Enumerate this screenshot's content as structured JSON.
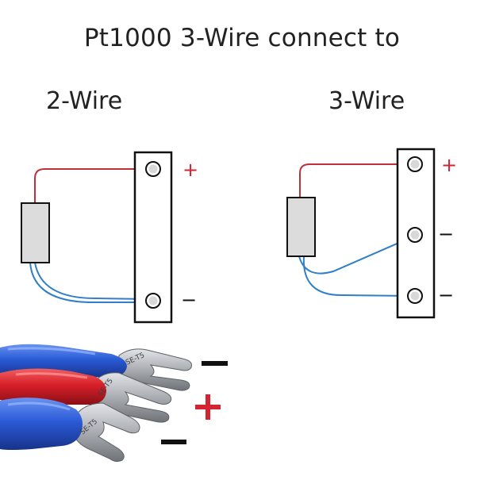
{
  "title": "Pt1000 3-Wire connect to",
  "two_wire": {
    "label": "2-Wire",
    "terminal_signs": [
      "+",
      "−"
    ]
  },
  "three_wire": {
    "label": "3-Wire",
    "terminal_signs": [
      "+",
      "−",
      "−"
    ]
  },
  "connector_photo": {
    "lug_labels": [
      "SE-T5",
      "SE-T5",
      "SE-T5"
    ],
    "signs": [
      "−",
      "+",
      "−"
    ],
    "colors": {
      "blue_sleeve": "#2a5bd7",
      "red_sleeve": "#d81f2a",
      "metal": "#a9acb1"
    }
  },
  "colors": {
    "red_wire": "#c0303a",
    "blue_wire": "#2f7fc9",
    "plus_sign": "#d42431",
    "minus_sign": "#111111",
    "sensor_fill": "#dcdcdc"
  }
}
